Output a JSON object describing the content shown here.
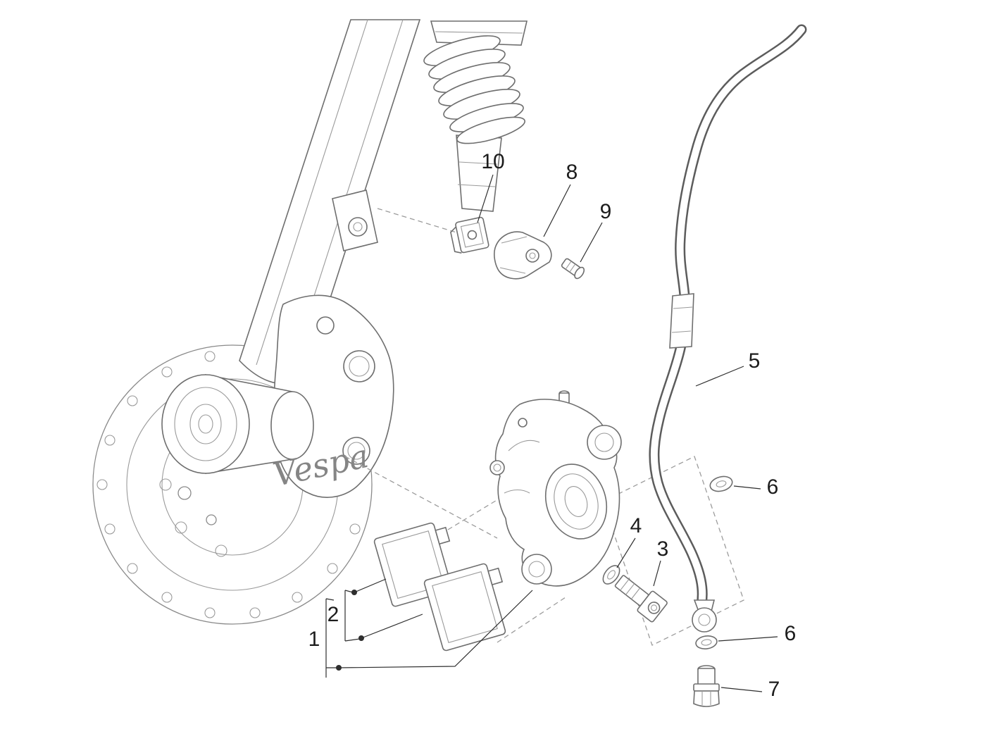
{
  "diagram": {
    "logo_text": "Vespa",
    "colors": {
      "background": "#ffffff",
      "artwork_line": "#6e6e6e",
      "leader_line": "#2e2e2e",
      "label_text": "#1c1c1c"
    },
    "callouts": [
      {
        "label": "10"
      },
      {
        "label": "8"
      },
      {
        "label": "9"
      },
      {
        "label": "5"
      },
      {
        "label": "6"
      },
      {
        "label": "4"
      },
      {
        "label": "3"
      },
      {
        "label": "6"
      },
      {
        "label": "7"
      },
      {
        "label": "2"
      },
      {
        "label": "1"
      }
    ]
  }
}
